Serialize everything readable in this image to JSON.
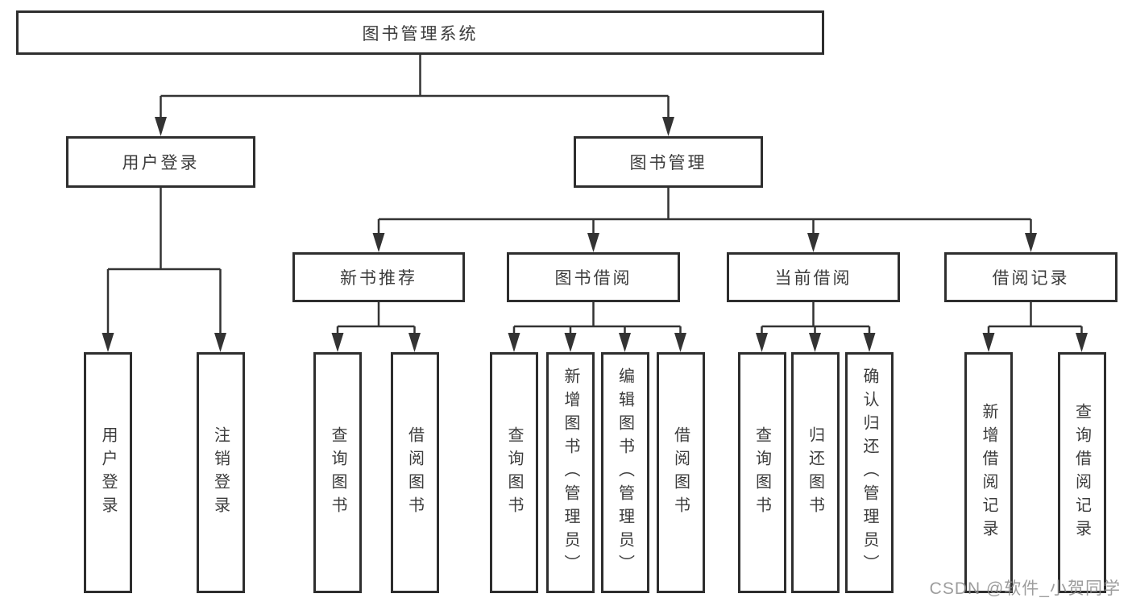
{
  "diagram_type": "hierarchy-flowchart",
  "nodes": {
    "root": "图书管理系统",
    "level2": [
      "用户登录",
      "图书管理"
    ],
    "level3": [
      "新书推荐",
      "图书借阅",
      "当前借阅",
      "借阅记录"
    ],
    "leaves": {
      "user_login": [
        "用户登录",
        "注销登录"
      ],
      "new_book": [
        "查询图书",
        "借阅图书"
      ],
      "book_borrow": [
        "查询图书",
        "新增图书（管理员）",
        "编辑图书（管理员）",
        "借阅图书"
      ],
      "current_borrow": [
        "查询图书",
        "归还图书",
        "确认归还（管理员）"
      ],
      "borrow_records": [
        "新增借阅记录",
        "查询借阅记录"
      ]
    }
  },
  "structure": {
    "图书管理系统": [
      "用户登录",
      "图书管理"
    ],
    "用户登录": [
      "用户登录",
      "注销登录"
    ],
    "图书管理": [
      "新书推荐",
      "图书借阅",
      "当前借阅",
      "借阅记录"
    ],
    "新书推荐": [
      "查询图书",
      "借阅图书"
    ],
    "图书借阅": [
      "查询图书",
      "新增图书（管理员）",
      "编辑图书（管理员）",
      "借阅图书"
    ],
    "当前借阅": [
      "查询图书",
      "归还图书",
      "确认归还（管理员）"
    ],
    "借阅记录": [
      "新增借阅记录",
      "查询借阅记录"
    ]
  },
  "watermark": "CSDN @软件_小贺同学",
  "colors": {
    "background": "#ffffff",
    "box_border": "#2e2e2e",
    "line": "#333333",
    "text": "#3c3c3c",
    "watermark": "#8c8c8c"
  }
}
